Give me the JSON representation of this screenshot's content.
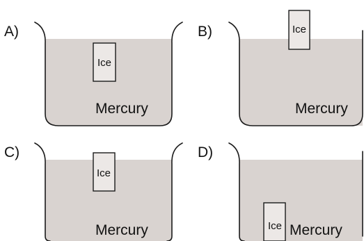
{
  "colors": {
    "mercury": "#d9d3d0",
    "ice": "#ece8e6",
    "outline": "#1a1a1a"
  },
  "panels": [
    {
      "id": "a",
      "option_label": "A)",
      "liquid_label": "Mercury",
      "ice_label": "Ice"
    },
    {
      "id": "b",
      "option_label": "B)",
      "liquid_label": "Mercury",
      "ice_label": "Ice"
    },
    {
      "id": "c",
      "option_label": "C)",
      "liquid_label": "Mercury",
      "ice_label": "Ice"
    },
    {
      "id": "d",
      "option_label": "D)",
      "liquid_label": "Mercury",
      "ice_label": "Ice"
    }
  ]
}
